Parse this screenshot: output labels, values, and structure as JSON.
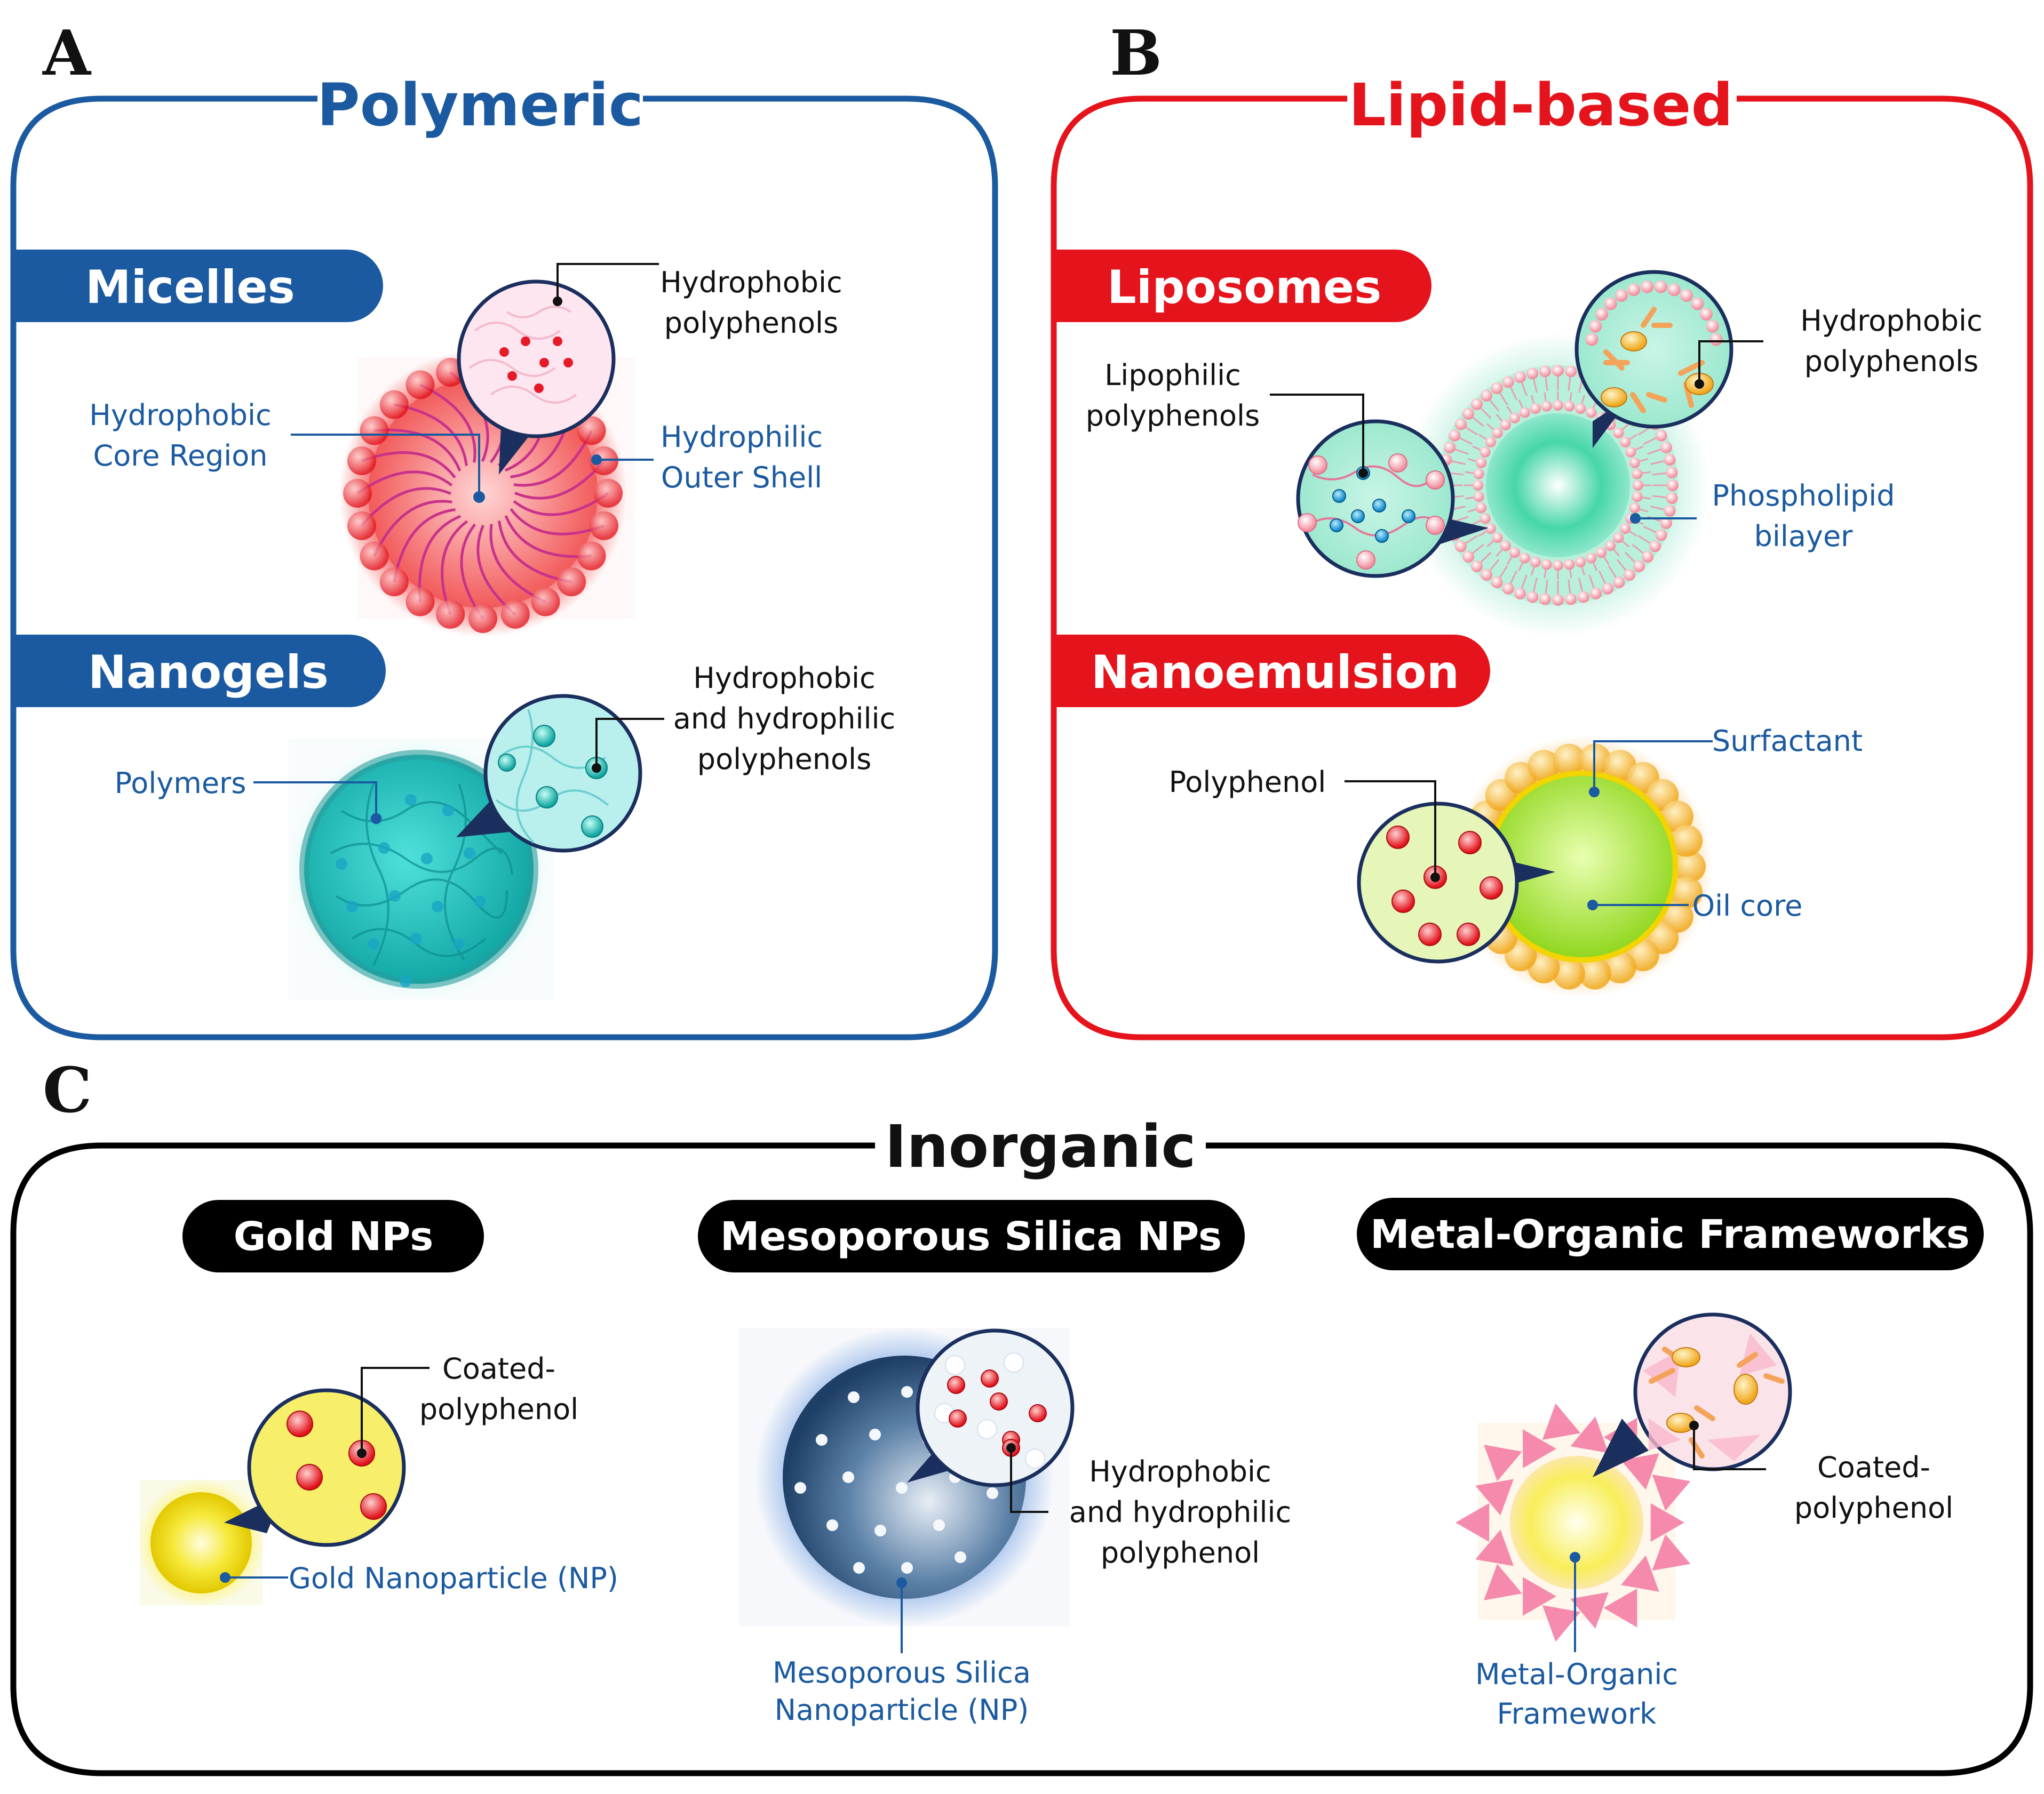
{
  "panels": {
    "a": {
      "letter": "A",
      "title": "Polymeric",
      "micelles": {
        "tab": "Micelles",
        "callout": [
          "Hydrophobic",
          "polyphenols"
        ],
        "core": [
          "Hydrophobic",
          "Core Region"
        ],
        "shell": [
          "Hydrophilic",
          "Outer Shell"
        ]
      },
      "nanogels": {
        "tab": "Nanogels",
        "callout": [
          "Hydrophobic",
          "and hydrophilic",
          "polyphenols"
        ],
        "polymers": "Polymers"
      }
    },
    "b": {
      "letter": "B",
      "title": "Lipid-based",
      "liposomes": {
        "tab": "Liposomes",
        "lipophilic": [
          "Lipophilic",
          "polyphenols"
        ],
        "hydrophobic": [
          "Hydrophobic",
          "polyphenols"
        ],
        "bilayer": [
          "Phospholipid",
          "bilayer"
        ]
      },
      "nanoemulsion": {
        "tab": "Nanoemulsion",
        "surfactant": "Surfactant",
        "polyphenol": "Polyphenol",
        "oil_core": "Oil core"
      }
    },
    "c": {
      "letter": "C",
      "title": "Inorganic",
      "gold": {
        "pill": "Gold NPs",
        "coated": [
          "Coated-",
          "polyphenol"
        ],
        "np": "Gold Nanoparticle (NP)"
      },
      "silica": {
        "pill": "Mesoporous Silica NPs",
        "callout": [
          "Hydrophobic",
          "and hydrophilic",
          "polyphenol"
        ],
        "np": [
          "Mesoporous Silica",
          "Nanoparticle (NP)"
        ]
      },
      "mof": {
        "pill": "Metal-Organic Frameworks",
        "coated": [
          "Coated-",
          "polyphenol"
        ],
        "np": [
          "Metal-Organic",
          "Framework"
        ]
      }
    }
  },
  "colors": {
    "polymeric": "#1b5aa0",
    "lipid": "#e5141c",
    "inorganic": "#000000",
    "label_blue": "#1b5aa0"
  }
}
